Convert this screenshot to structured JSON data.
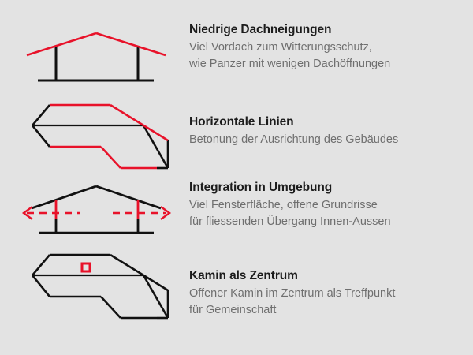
{
  "colors": {
    "background": "#e3e3e3",
    "accent_red": "#e8122a",
    "line_black": "#111111",
    "heading_text": "#1c1c1c",
    "body_text": "#6f6f6f"
  },
  "items": [
    {
      "heading": "Niedrige Dachneigungen",
      "lines": [
        "Viel Vordach zum Witterungsschutz,",
        "wie Panzer mit wenigen Dachöffnungen"
      ],
      "diagram_name": "low-pitched-roof-elevation-diagram"
    },
    {
      "heading": "Horizontale Linien",
      "lines": [
        "Betonung der Ausrichtung des Gebäudes"
      ],
      "diagram_name": "horizontal-lines-axonometric-diagram"
    },
    {
      "heading": "Integration in Umgebung",
      "lines": [
        "Viel Fensterfläche, offene Grundrisse",
        "für fliessenden Übergang Innen-Aussen"
      ],
      "diagram_name": "integration-elevation-arrows-diagram"
    },
    {
      "heading": "Kamin als Zentrum",
      "lines": [
        "Offener Kamin im Zentrum als Treffpunkt",
        "für Gemeinschaft"
      ],
      "diagram_name": "fireplace-center-axonometric-diagram"
    }
  ]
}
